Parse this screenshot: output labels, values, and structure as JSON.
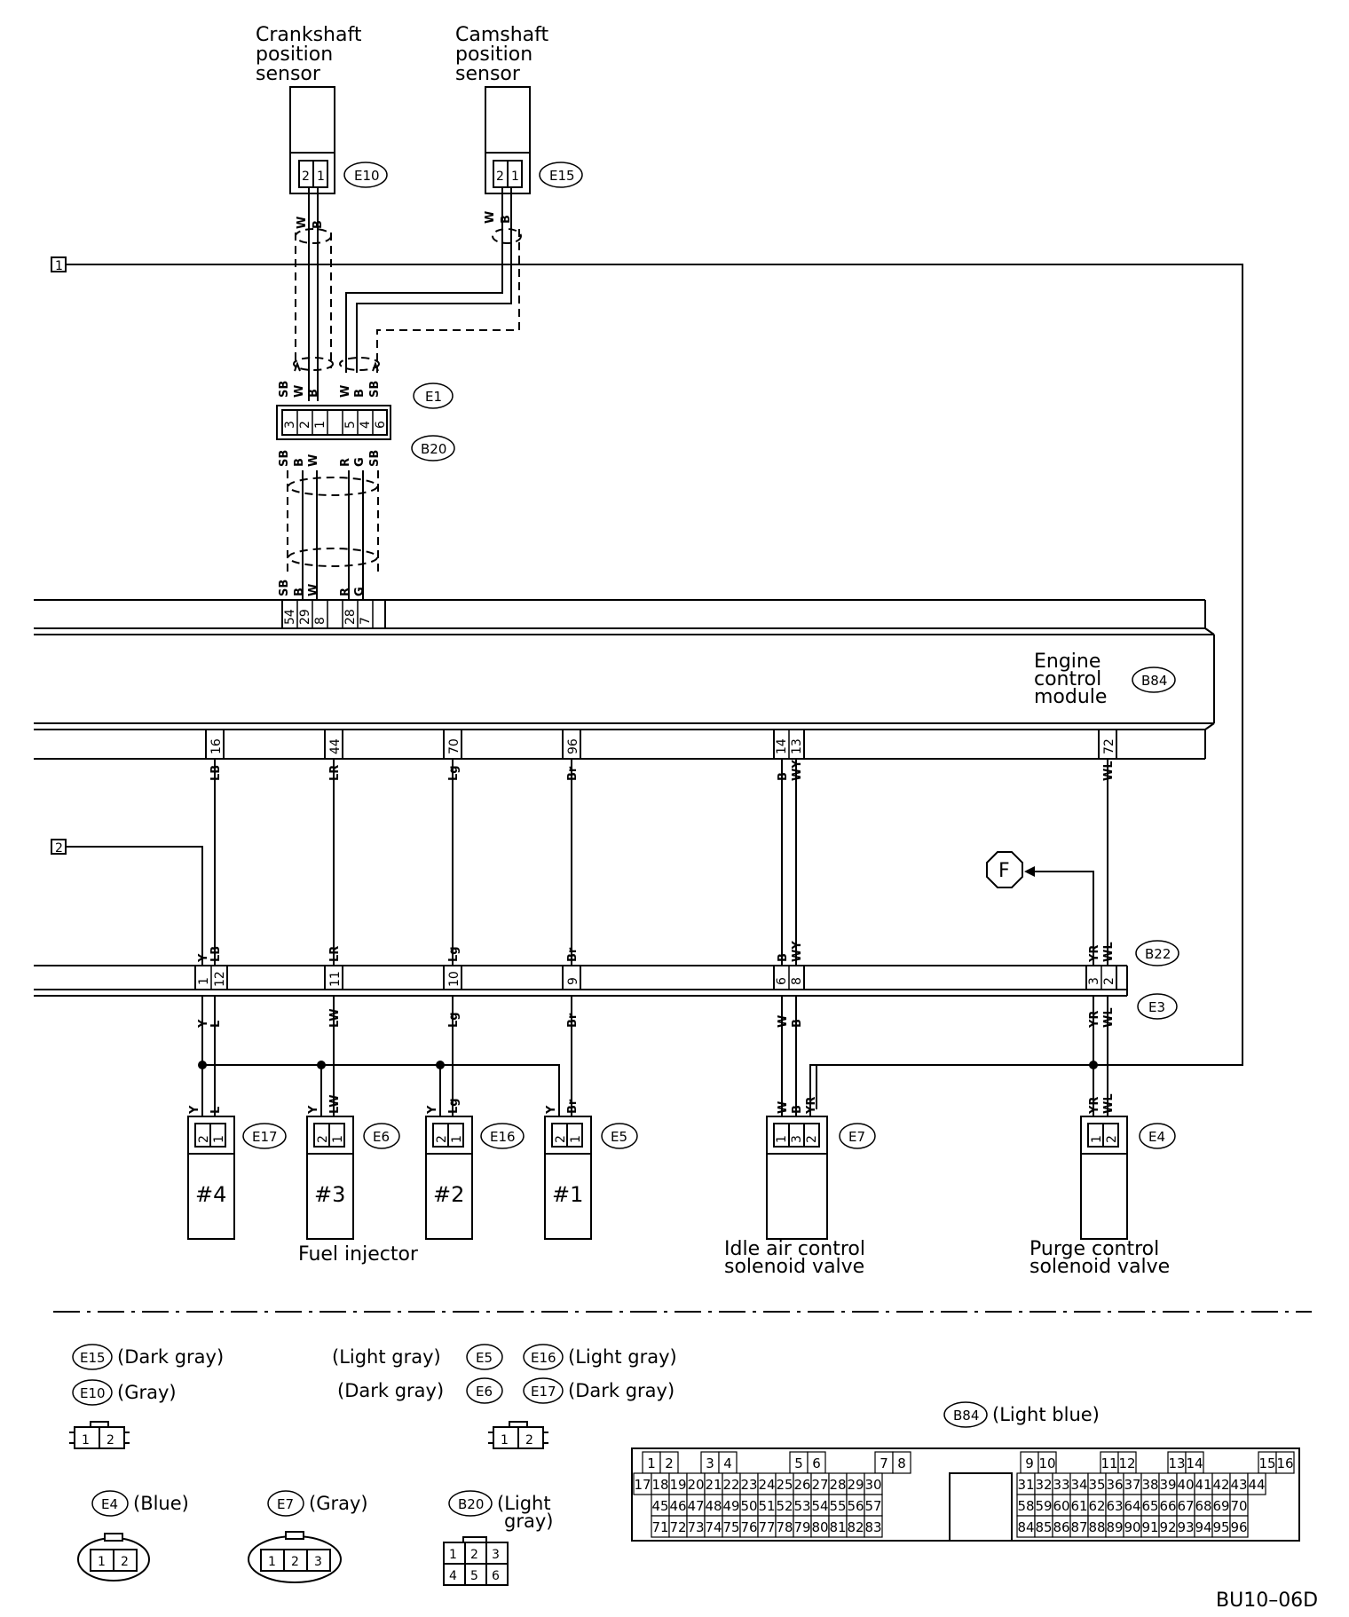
{
  "sensors": {
    "crank": {
      "label": [
        "Crankshaft",
        "position",
        "sensor"
      ],
      "connector": "E10",
      "pins": [
        "2",
        "1"
      ],
      "wires": [
        "W",
        "B"
      ]
    },
    "cam": {
      "label": [
        "Camshaft",
        "position",
        "sensor"
      ],
      "connector": "E15",
      "pins": [
        "2",
        "1"
      ],
      "wires": [
        "W",
        "B"
      ]
    }
  },
  "refs": {
    "r1": "1",
    "r2": "2",
    "f": "F"
  },
  "joint": {
    "top_id": "E1",
    "bottom_id": "B20",
    "top_wires": [
      "SB",
      "W",
      "B",
      "W",
      "B",
      "SB"
    ],
    "pins": [
      "3",
      "2",
      "1",
      "",
      "5",
      "4",
      "6"
    ],
    "bottom_wires": [
      "SB",
      "B",
      "W",
      "R",
      "G",
      "SB"
    ],
    "lower_wires": [
      "SB",
      "B",
      "W",
      "R",
      "G"
    ]
  },
  "ecm": {
    "label": [
      "Engine",
      "control",
      "module"
    ],
    "connector": "B84",
    "top_pins": [
      "54",
      "29",
      "8",
      "28",
      "7"
    ],
    "bottom_pins": [
      "16",
      "44",
      "70",
      "96",
      "14",
      "13",
      "72"
    ]
  },
  "ecm_wires": [
    "LB",
    "LR",
    "Lg",
    "Br",
    "B",
    "WY",
    "WL"
  ],
  "b22": {
    "id": "B22",
    "upper_wires": [
      "Y",
      "LB",
      "LR",
      "Lg",
      "Br",
      "B",
      "WY",
      "YR",
      "WL"
    ],
    "pins": [
      "1",
      "12",
      "11",
      "10",
      "9",
      "6",
      "8",
      "3",
      "2"
    ]
  },
  "e3": {
    "id": "E3",
    "lower_wires": [
      "Y",
      "L",
      "LW",
      "Lg",
      "Br",
      "W",
      "B",
      "YR",
      "WL"
    ]
  },
  "injectors": [
    {
      "id": "E17",
      "name": "#4",
      "wires": [
        "Y",
        "L"
      ],
      "pins": [
        "2",
        "1"
      ]
    },
    {
      "id": "E6",
      "name": "#3",
      "wires": [
        "Y",
        "LW"
      ],
      "pins": [
        "2",
        "1"
      ]
    },
    {
      "id": "E16",
      "name": "#2",
      "wires": [
        "Y",
        "Lg"
      ],
      "pins": [
        "2",
        "1"
      ]
    },
    {
      "id": "E5",
      "name": "#1",
      "wires": [
        "Y",
        "Br"
      ],
      "pins": [
        "2",
        "1"
      ]
    }
  ],
  "injector_caption": "Fuel injector",
  "iac": {
    "id": "E7",
    "wires": [
      "W",
      "B",
      "YR"
    ],
    "pins": [
      "1",
      "3",
      "2"
    ],
    "label": [
      "Idle air control",
      "solenoid valve"
    ]
  },
  "purge": {
    "id": "E4",
    "wires": [
      "YR",
      "WL"
    ],
    "pins": [
      "1",
      "2"
    ],
    "label": [
      "Purge control",
      "solenoid valve"
    ]
  },
  "legend": {
    "e15": {
      "id": "E15",
      "color": "(Dark gray)"
    },
    "e10": {
      "id": "E10",
      "color": "(Gray)"
    },
    "e5": {
      "id": "E5",
      "prefix": "(Light gray)"
    },
    "e16": {
      "id": "E16",
      "color": "(Light gray)"
    },
    "e6": {
      "id": "E6",
      "prefix": "(Dark gray)"
    },
    "e17": {
      "id": "E17",
      "color": "(Dark gray)"
    },
    "plug12a": [
      "1",
      "2"
    ],
    "plug12b": [
      "1",
      "2"
    ],
    "e4": {
      "id": "E4",
      "color": "(Blue)",
      "pins": [
        "1",
        "2"
      ]
    },
    "e7": {
      "id": "E7",
      "color": "(Gray)",
      "pins": [
        "1",
        "2",
        "3"
      ]
    },
    "b20": {
      "id": "B20",
      "color": [
        "(Light",
        "gray)"
      ],
      "pins": [
        "1",
        "2",
        "3",
        "4",
        "5",
        "6"
      ]
    },
    "b84": {
      "id": "B84",
      "color": "(Light blue)"
    },
    "b84_rows": [
      [
        "1",
        "2",
        "3",
        "4",
        "5",
        "6",
        "7",
        "8",
        "9",
        "10",
        "11",
        "12",
        "13",
        "14",
        "15",
        "16"
      ],
      [
        "17",
        "18",
        "19",
        "20",
        "21",
        "22",
        "23",
        "24",
        "25",
        "26",
        "27",
        "28",
        "29",
        "30",
        "31",
        "32",
        "33",
        "34",
        "35",
        "36",
        "37",
        "38",
        "39",
        "40",
        "41",
        "42",
        "43",
        "44"
      ],
      [
        "45",
        "46",
        "47",
        "48",
        "49",
        "50",
        "51",
        "52",
        "53",
        "54",
        "55",
        "56",
        "57",
        "58",
        "59",
        "60",
        "61",
        "62",
        "63",
        "64",
        "65",
        "66",
        "67",
        "68",
        "69",
        "70"
      ],
      [
        "71",
        "72",
        "73",
        "74",
        "75",
        "76",
        "77",
        "78",
        "79",
        "80",
        "81",
        "82",
        "83",
        "84",
        "85",
        "86",
        "87",
        "88",
        "89",
        "90",
        "91",
        "92",
        "93",
        "94",
        "95",
        "96"
      ]
    ]
  },
  "code": "BU10–06D"
}
